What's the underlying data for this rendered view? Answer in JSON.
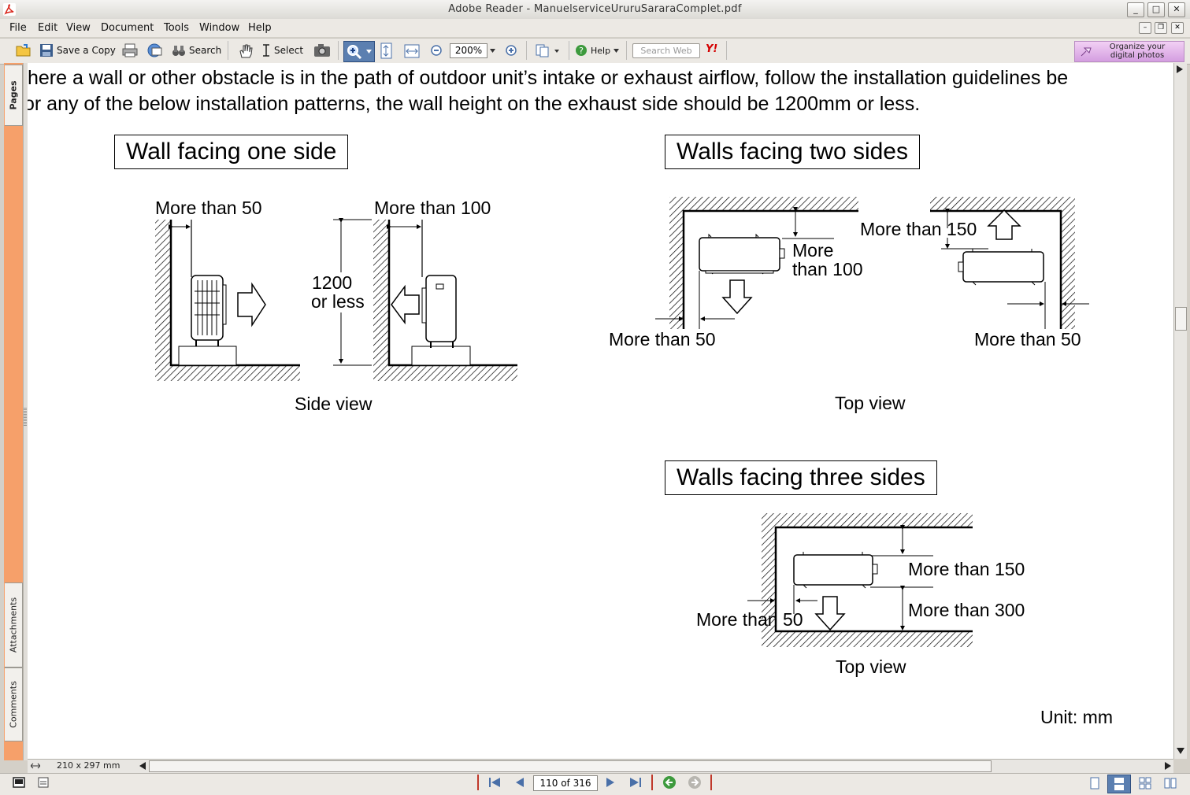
{
  "window": {
    "title": "Adobe Reader - ManuelserviceUruruSararaComplet.pdf",
    "controls": {
      "minimize": "_",
      "maximize": "□",
      "close": "✕"
    }
  },
  "menu": [
    "File",
    "Edit",
    "View",
    "Document",
    "Tools",
    "Window",
    "Help"
  ],
  "toolbar": {
    "save_copy": "Save a Copy",
    "search": "Search",
    "select": "Select",
    "zoom": "200%",
    "help": "Help",
    "search_web_placeholder": "Search Web",
    "organize_line1": "Organize your",
    "organize_line2": "digital photos"
  },
  "nav_tabs": {
    "pages": "Pages",
    "attachments": "Attachments",
    "comments": "Comments"
  },
  "document": {
    "intro_line1": "here a wall or other obstacle is in the path of outdoor unit’s intake or exhaust airflow, follow the installation guidelines be",
    "intro_line2": "or any of the below installation patterns, the wall height on the exhaust side should be 1200mm or less.",
    "section_one": {
      "title": "Wall facing one side",
      "label_left": "More than 50",
      "label_right": "More than 100",
      "height_line1": "1200",
      "height_line2": "or less",
      "caption": "Side view"
    },
    "section_two": {
      "title": "Walls facing two sides",
      "label_100_line1": "More",
      "label_100_line2": "than 100",
      "label_150": "More than 150",
      "label_50_left": "More than 50",
      "label_50_right": "More than 50",
      "caption": "Top view"
    },
    "section_three": {
      "title": "Walls facing three sides",
      "label_150": "More than 150",
      "label_300": "More than 300",
      "label_50": "More than 50",
      "caption": "Top view"
    },
    "unit": "Unit: mm"
  },
  "status": {
    "page_size": "210 x 297 mm",
    "page_indicator": "110 of 316"
  },
  "colors": {
    "nav_panel": "#f6a06a",
    "organize_banner": "#e0b4ea"
  }
}
